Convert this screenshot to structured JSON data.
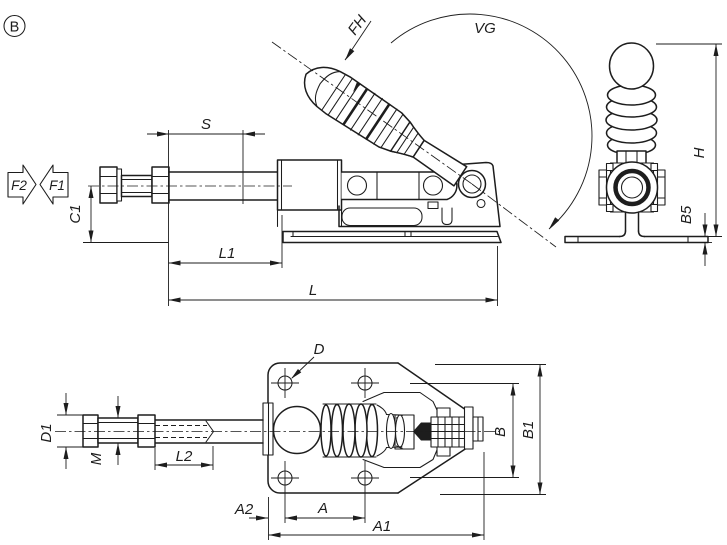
{
  "drawing": {
    "kind": "technical-drawing-toggle-clamp",
    "view_marker": "B",
    "colors": {
      "line": "#1d1d1d",
      "background": "#ffffff"
    },
    "labels": {
      "side": {
        "fh": "FH",
        "vg": "VG",
        "s": "S",
        "f2": "F2",
        "f1": "F1",
        "c1": "C1",
        "l1": "L1",
        "l": "L"
      },
      "front": {
        "h": "H",
        "b5": "B5"
      },
      "top": {
        "d": "D",
        "d1": "D1",
        "m": "M",
        "l2": "L2",
        "a2": "A2",
        "a": "A",
        "a1": "A1",
        "b": "B",
        "b1": "B1"
      }
    }
  }
}
